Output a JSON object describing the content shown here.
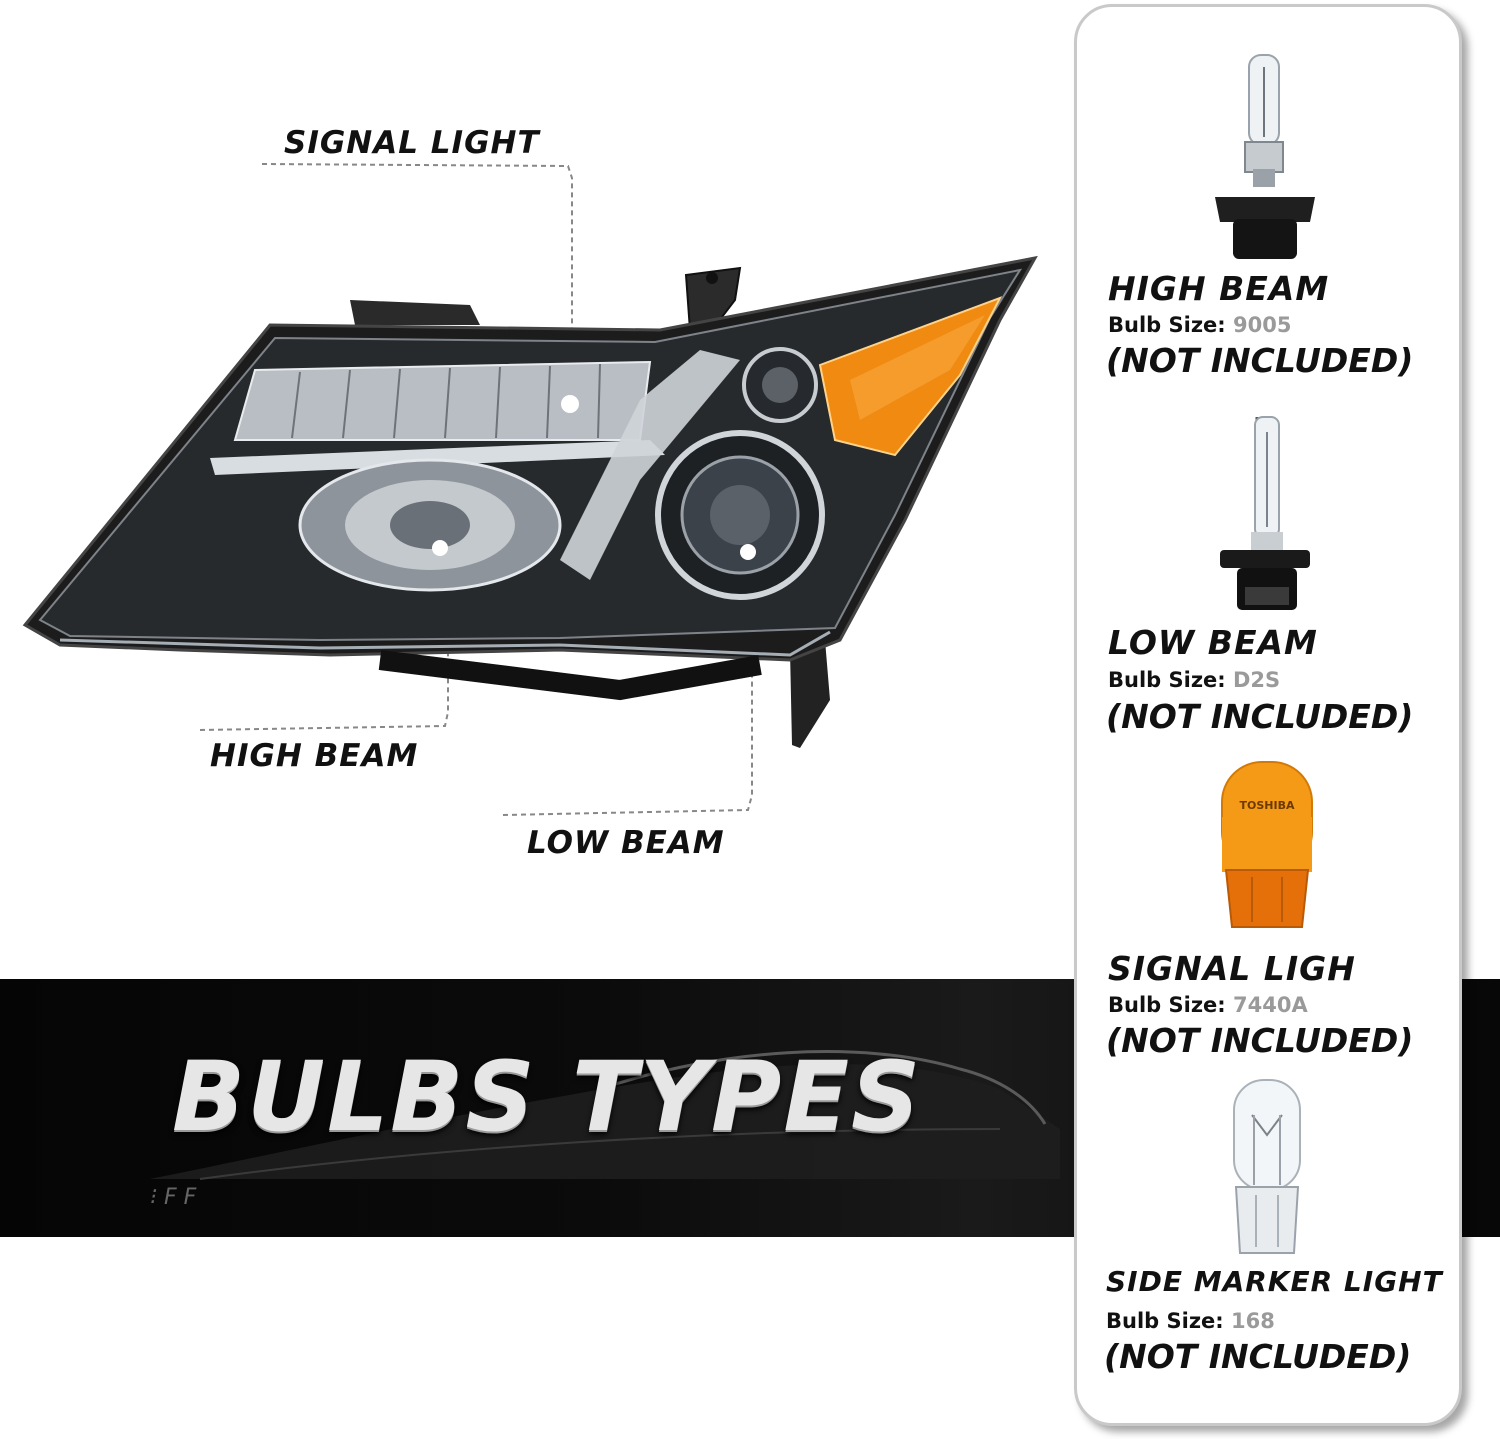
{
  "callouts": {
    "signal": "SIGNAL LIGHT",
    "high": "HIGH BEAM",
    "low": "LOW BEAM"
  },
  "banner": {
    "title": "BULBS TYPES"
  },
  "bulbs": [
    {
      "name": "HIGH BEAM",
      "size_label": "Bulb Size:",
      "size": "9005",
      "note": "(NOT INCLUDED)",
      "icon": "halogen-bulb-9005-icon"
    },
    {
      "name": "LOW BEAM",
      "size_label": "Bulb Size:",
      "size": "D2S",
      "note": "(NOT INCLUDED)",
      "icon": "hid-bulb-d2s-icon"
    },
    {
      "name": "SIGNAL LIGH",
      "size_label": "Bulb Size:",
      "size": "7440A",
      "note": "(NOT INCLUDED)",
      "icon": "amber-wedge-bulb-icon",
      "bulb_print": "TOSHIBA"
    },
    {
      "name": "SIDE MARKER LIGHT",
      "size_label": "Bulb Size:",
      "size": "168",
      "note": "(NOT INCLUDED)",
      "icon": "clear-wedge-bulb-icon"
    }
  ],
  "colors": {
    "amber": "#f08a10",
    "housing": "#1c1c1c",
    "chrome": "#c8ccd0",
    "size_value": "#9a9a9a",
    "banner": "#0b0b0b"
  }
}
